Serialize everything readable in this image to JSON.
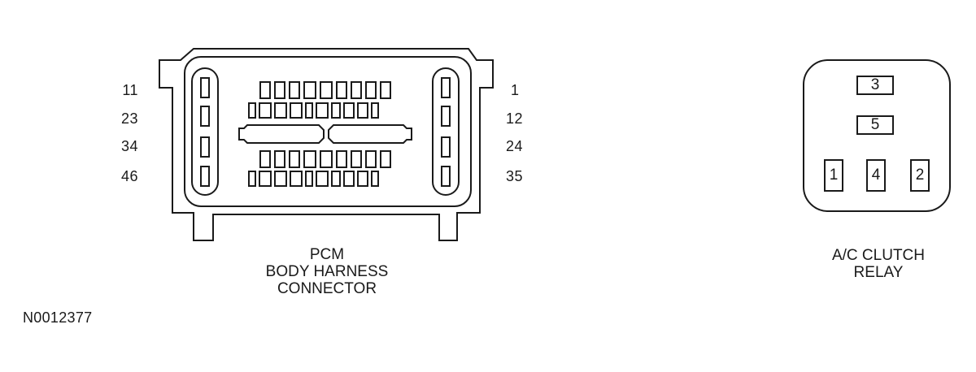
{
  "pcm_connector": {
    "left_pin_labels": [
      "11",
      "23",
      "34",
      "46"
    ],
    "right_pin_labels": [
      "1",
      "12",
      "24",
      "35"
    ],
    "caption": [
      "PCM",
      "BODY HARNESS",
      "CONNECTOR"
    ]
  },
  "relay": {
    "cavities": [
      "3",
      "5",
      "1",
      "4",
      "2"
    ],
    "caption": [
      "A/C CLUTCH",
      "RELAY"
    ]
  },
  "figure_id": "N0012377"
}
